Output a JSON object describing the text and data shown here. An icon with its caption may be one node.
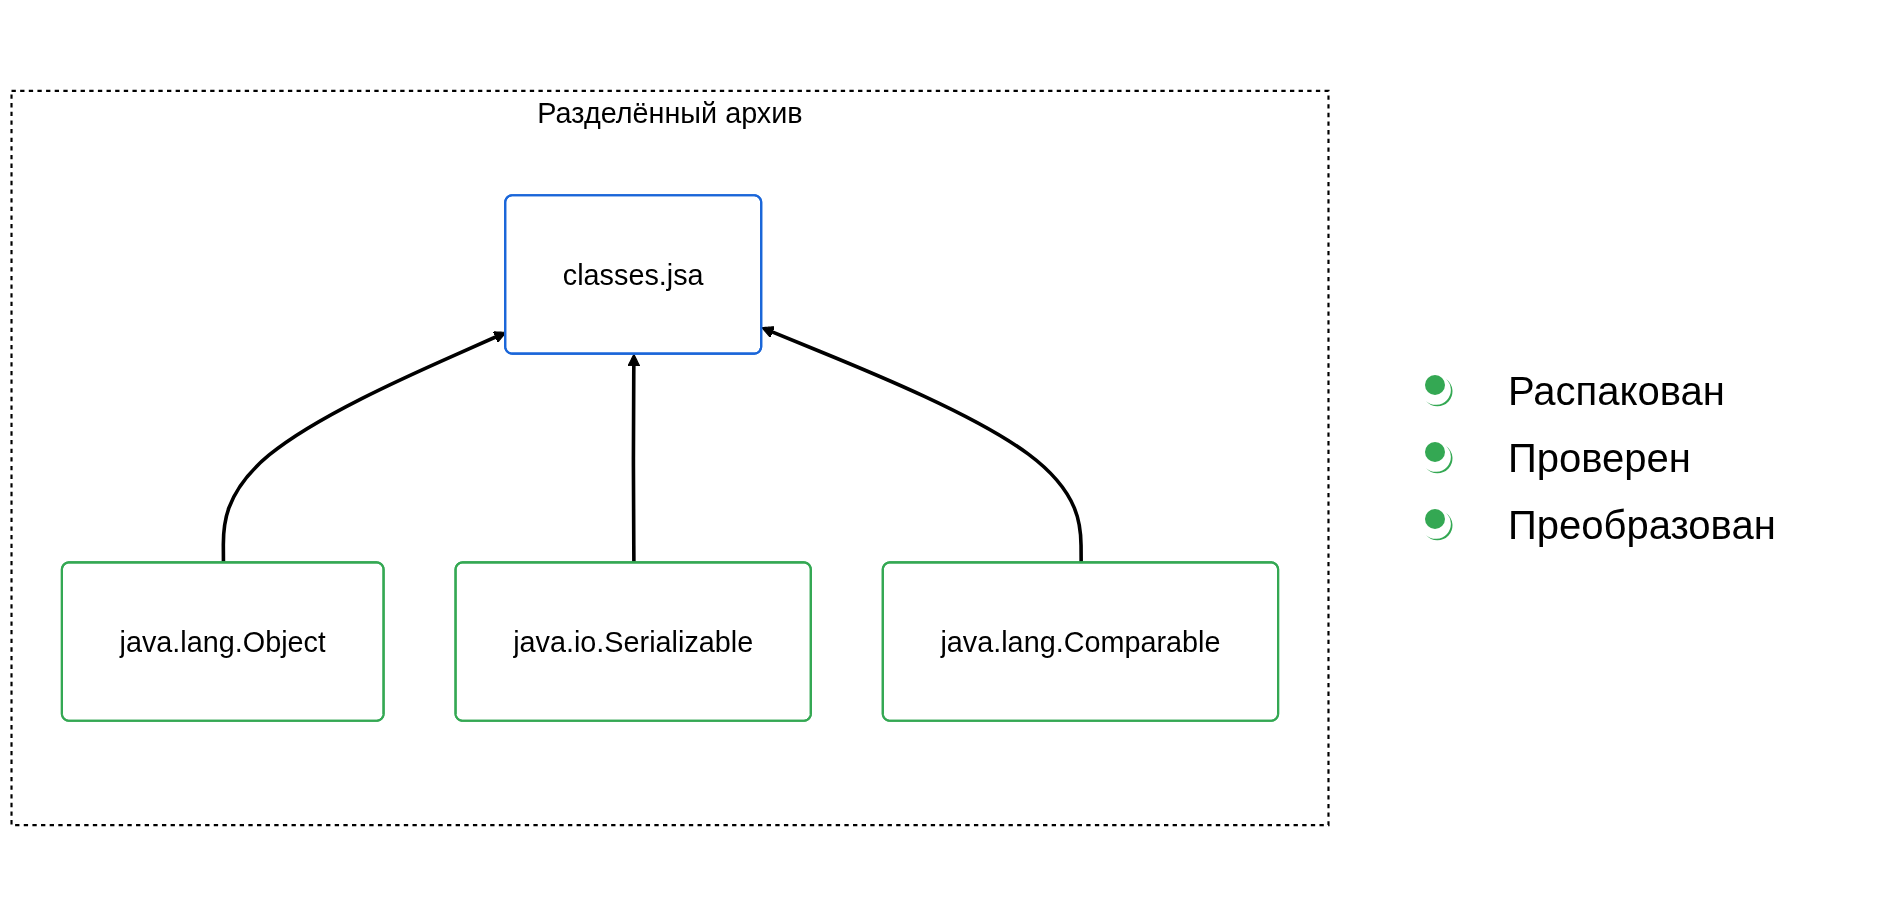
{
  "diagram": {
    "nodes": [
      {
        "text": [
          "Разделённый архив"
        ]
      },
      {
        "text": [
          "classes.jsa"
        ],
        "in": 0
      },
      {
        "text": [
          "java.lang.Object"
        ],
        "in": 0
      },
      {
        "text": [
          "java.io.Serializable"
        ],
        "in": 0
      },
      {
        "text": [
          "java.lang.Comparable"
        ],
        "in": 0
      }
    ],
    "edges": [
      {
        "from": 2,
        "to": 1,
        "arrow": "to"
      },
      {
        "from": 3,
        "to": 1,
        "arrow": "to"
      },
      {
        "from": 4,
        "to": 1,
        "arrow": "to"
      }
    ],
    "legend": [
      {
        "text": "Распакован"
      },
      {
        "text": "Проверен"
      },
      {
        "text": "Преобразован"
      }
    ]
  }
}
